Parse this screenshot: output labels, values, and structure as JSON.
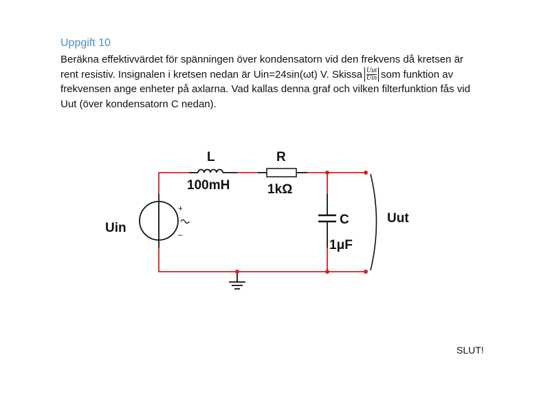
{
  "task": {
    "heading": "Uppgift 10",
    "line1": "Beräkna effektivvärdet för spänningen över kondensatorn vid den frekvens då kretsen är",
    "line2_before": "rent resistiv. Insignalen i kretsen nedan är Uin=24sin(ωt) V. Skissa",
    "fraction_num": "Uut",
    "fraction_den": "Uin",
    "line2_after": "som funktion av",
    "line3": "frekvensen ange enheter på axlarna. Vad kallas denna graf och vilken filterfunktion fås vid",
    "line4": "Uut (över kondensatorn C nedan)."
  },
  "circuit": {
    "inductor_name": "L",
    "inductor_value": "100mH",
    "resistor_name": "R",
    "resistor_value": "1kΩ",
    "capacitor_name": "C",
    "capacitor_value": "1μF",
    "source_label": "Uin",
    "source_plus": "+",
    "source_minus": "–",
    "source_symbol": "~",
    "output_label": "Uut",
    "wire_color": "#d42020"
  },
  "footer": {
    "end_text": "SLUT!"
  }
}
